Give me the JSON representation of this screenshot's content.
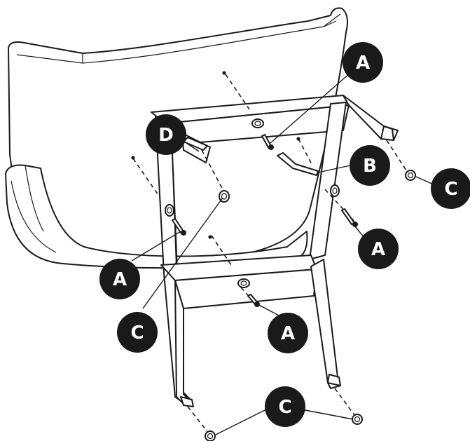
{
  "diagram": {
    "callouts": [
      {
        "id": "callout-a-top",
        "label": "A"
      },
      {
        "id": "callout-b",
        "label": "B"
      },
      {
        "id": "callout-c-right",
        "label": "C"
      },
      {
        "id": "callout-d",
        "label": "D"
      },
      {
        "id": "callout-a-right",
        "label": "A"
      },
      {
        "id": "callout-a-left",
        "label": "A"
      },
      {
        "id": "callout-c-left",
        "label": "C"
      },
      {
        "id": "callout-a-bottom",
        "label": "A"
      },
      {
        "id": "callout-c-bottom",
        "label": "C"
      }
    ],
    "parts": {
      "A": "bolt",
      "B": "allen-key",
      "C": "floor-glide",
      "D": "frame-corner"
    },
    "colors": {
      "ink": "#1a1a1a",
      "paper": "#ffffff"
    }
  }
}
